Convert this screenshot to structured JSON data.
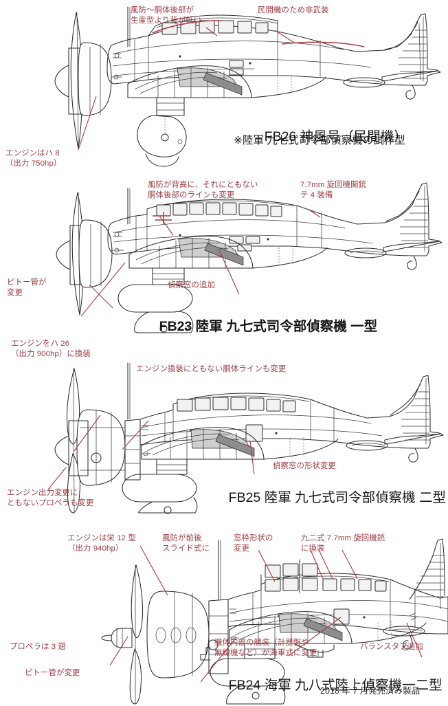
{
  "document": {
    "kind": "aircraft-variant-comparison-sheet",
    "language": "ja",
    "annotation_color": "#9e3b42",
    "line_color": "#2b2b2b",
    "footnote": "2018 年 7 月発売済み製品"
  },
  "panels": [
    {
      "id": "fb26",
      "title_code": "FB26",
      "title_name": "神風号（民間機）",
      "title_full": "FB26 神風号（民間機）",
      "subtitle": "※陸軍 九七式司令部偵察機の試作型",
      "notes": [
        {
          "id": "canopy-low",
          "text": "風防～胴体後部が\n生産型より背が低い"
        },
        {
          "id": "unarmed-civil",
          "text": "民間機のため非武装"
        },
        {
          "id": "engine-ha8",
          "text": "エンジンはハ 8\n（出力 750hp）"
        }
      ]
    },
    {
      "id": "fb23",
      "title_code": "FB23",
      "title_name": "陸軍 九七式司令部偵察機 一型",
      "title_full": "FB23 陸軍 九七式司令部偵察機 一型",
      "subtitle": "",
      "notes": [
        {
          "id": "canopy-tall",
          "text": "風防が背高に、それにともない\n胴体後部のラインも変更"
        },
        {
          "id": "machine-gun-te4",
          "text": "7.7mm 旋回機関銃\nテ 4 装備"
        },
        {
          "id": "recon-window-added",
          "text": "偵察窓の追加"
        },
        {
          "id": "pitot-changed",
          "text": "ピトー管が\n変更"
        }
      ]
    },
    {
      "id": "fb25",
      "title_code": "FB25",
      "title_name": "陸軍 九七式司令部偵察機 二型",
      "title_full": "FB25 陸軍 九七式司令部偵察機 二型",
      "subtitle": "",
      "notes": [
        {
          "id": "engine-ha26",
          "text": "エンジンをハ 26\n（出力 900hp）に換装"
        },
        {
          "id": "fuselage-line-changed",
          "text": "エンジン換装にともない胴体ラインも変更"
        },
        {
          "id": "recon-window-shape",
          "text": "偵察窓の形状変更"
        },
        {
          "id": "propeller-changed",
          "text": "エンジン出力変更に\nともないプロペラも変更"
        }
      ]
    },
    {
      "id": "fb24",
      "title_code": "FB24",
      "title_service": "海軍",
      "title_name": "九八式陸上偵察機一二型",
      "title_full": "FB24 海軍 九八式陸上偵察機一二型",
      "subtitle": "",
      "notes": [
        {
          "id": "engine-sakae12",
          "text": "エンジンは栄 12 型\n（出力 940hp）"
        },
        {
          "id": "canopy-sliding",
          "text": "風防が前後\nスライド式に"
        },
        {
          "id": "window-frame-shape",
          "text": "窓枠形状の\n変更"
        },
        {
          "id": "type92-gun",
          "text": "九二式 7.7mm 旋回機銃\nに換装"
        },
        {
          "id": "interior-navy",
          "text": "機体内部の艤装（計器盤や\n無線機など）が海軍式に変更"
        },
        {
          "id": "balance-tab",
          "text": "バランスタブ追加"
        },
        {
          "id": "propeller-3-blade",
          "text": "プロペラは 3 翅"
        },
        {
          "id": "pitot-changed-2",
          "text": "ピトー管が変更"
        }
      ]
    }
  ]
}
